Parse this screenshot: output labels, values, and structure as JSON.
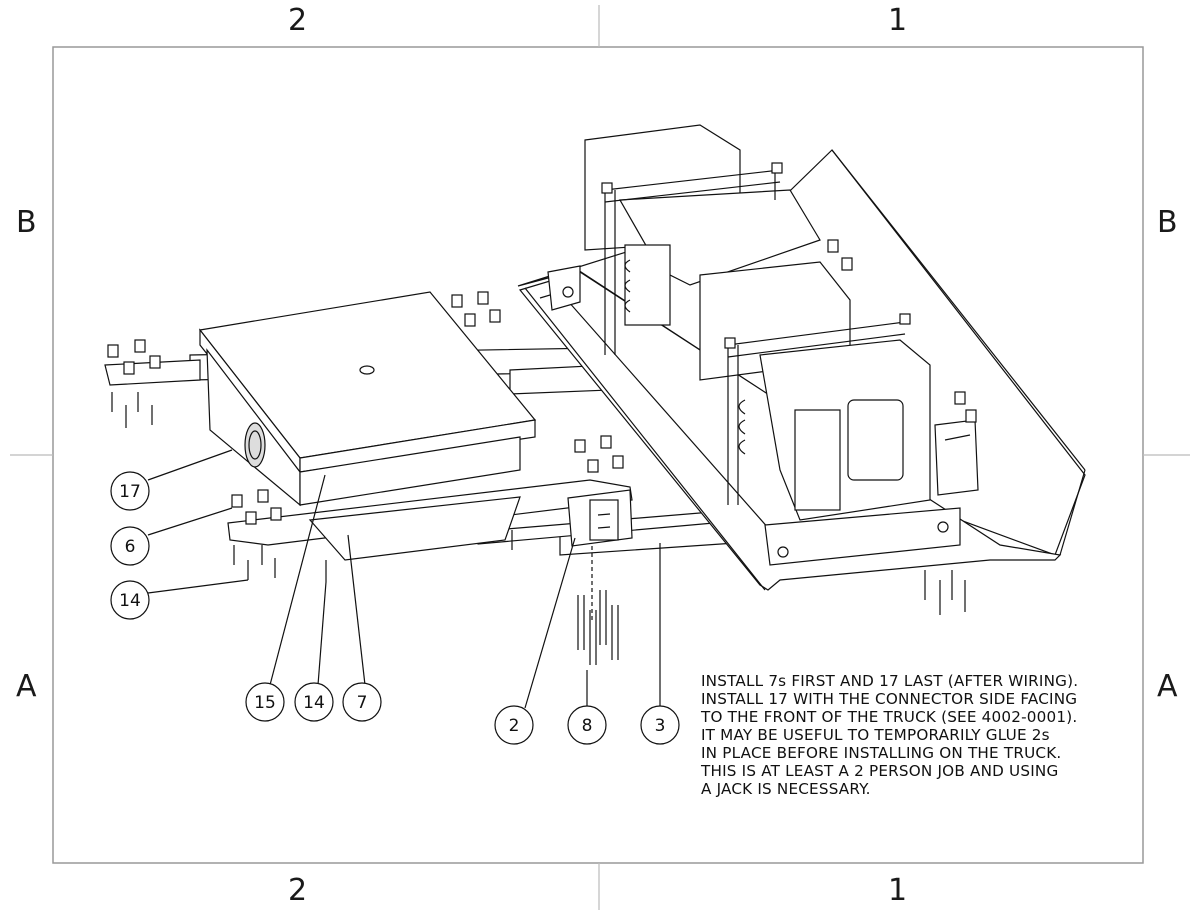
{
  "zones": {
    "top_left": "2",
    "top_right": "1",
    "bottom_left": "2",
    "bottom_right": "1",
    "left_upper": "B",
    "left_lower": "A",
    "right_upper": "B",
    "right_lower": "A"
  },
  "balloons": [
    "17",
    "6",
    "14",
    "15",
    "14",
    "7",
    "2",
    "8",
    "3"
  ],
  "notes": [
    "INSTALL 7s FIRST AND 17 LAST (AFTER WIRING).",
    "INSTALL 17 WITH THE CONNECTOR SIDE FACING",
    "TO THE FRONT OF THE TRUCK (SEE 4002-0001).",
    "IT MAY BE USEFUL TO TEMPORARILY GLUE 2s",
    "IN PLACE BEFORE INSTALLING ON THE TRUCK.",
    "THIS IS AT LEAST A 2 PERSON JOB AND USING",
    "A JACK IS NECESSARY."
  ]
}
